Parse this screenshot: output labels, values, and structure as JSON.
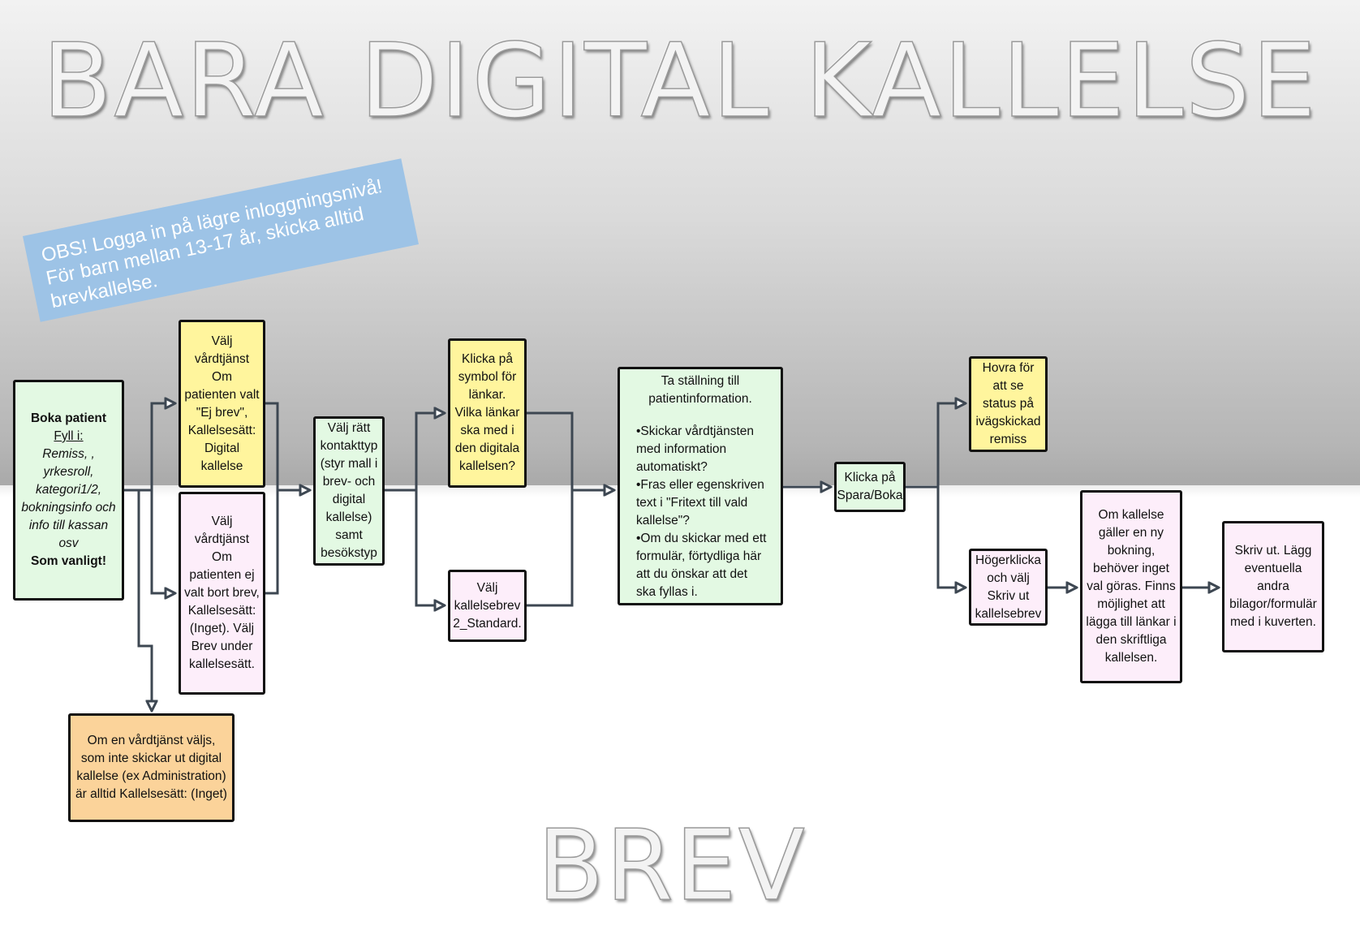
{
  "title": "BARA DIGITAL KALLELSE",
  "bottom_title": "BREV",
  "banner": "OBS! Logga in på lägre inloggningsnivå! För barn mellan 13-17 år, skicka alltid brevkallelse.",
  "colors": {
    "green": "#e3f9e3",
    "yellow": "#fff59d",
    "pink": "#fdeefa",
    "orange": "#fbd39a",
    "banner": "#9dc3e6",
    "connector": "#3d4752"
  },
  "nodes": {
    "boka": {
      "heading": "Boka patient",
      "subheading": "Fyll i:",
      "body": "Remiss, , yrkesroll, kategori1/2, bokningsinfo och info till kassan osv",
      "footer": "Som vanligt!"
    },
    "digital_service": "Välj vårdtjänst Om patienten valt \"Ej brev\", Kallelsesätt: Digital kallelse",
    "letter_service": "Välj vårdtjänst Om patienten ej valt bort brev, Kallelsesätt: (Inget). Välj Brev under kallelsesätt.",
    "non_digital_note": "Om en vårdtjänst väljs, som inte skickar ut digital kallelse (ex Administration) är alltid Kallelsesätt: (Inget)",
    "contact_type": "Välj rätt kontakttyp (styr mall i brev- och digital kallelse) samt besökstyp",
    "links": "Klicka på symbol för länkar. Vilka länkar ska med i den digitala kallelsen?",
    "letter_template": "Välj kallelsebrev 2_Standard.",
    "patient_info": {
      "intro": "Ta ställning till patientinformation.",
      "bullets": [
        "•Skickar vårdtjänsten med information automatiskt?",
        "•Fras eller egenskriven text i \"Fritext till vald kallelse\"?",
        "•Om du skickar med ett formulär, förtydliga här att du önskar att det ska fyllas i."
      ]
    },
    "save": "Klicka på Spara/Boka",
    "hover": "Hovra för att se status på ivägskickad remiss",
    "right_click": "Högerklicka och välj Skriv ut kallelsebrev",
    "new_booking": "Om kallelse gäller en ny bokning, behöver inget val göras. Finns möjlighet att lägga till länkar i den skriftliga kallelsen.",
    "print": "Skriv ut. Lägg eventuella andra bilagor/formulär med i kuverten."
  }
}
